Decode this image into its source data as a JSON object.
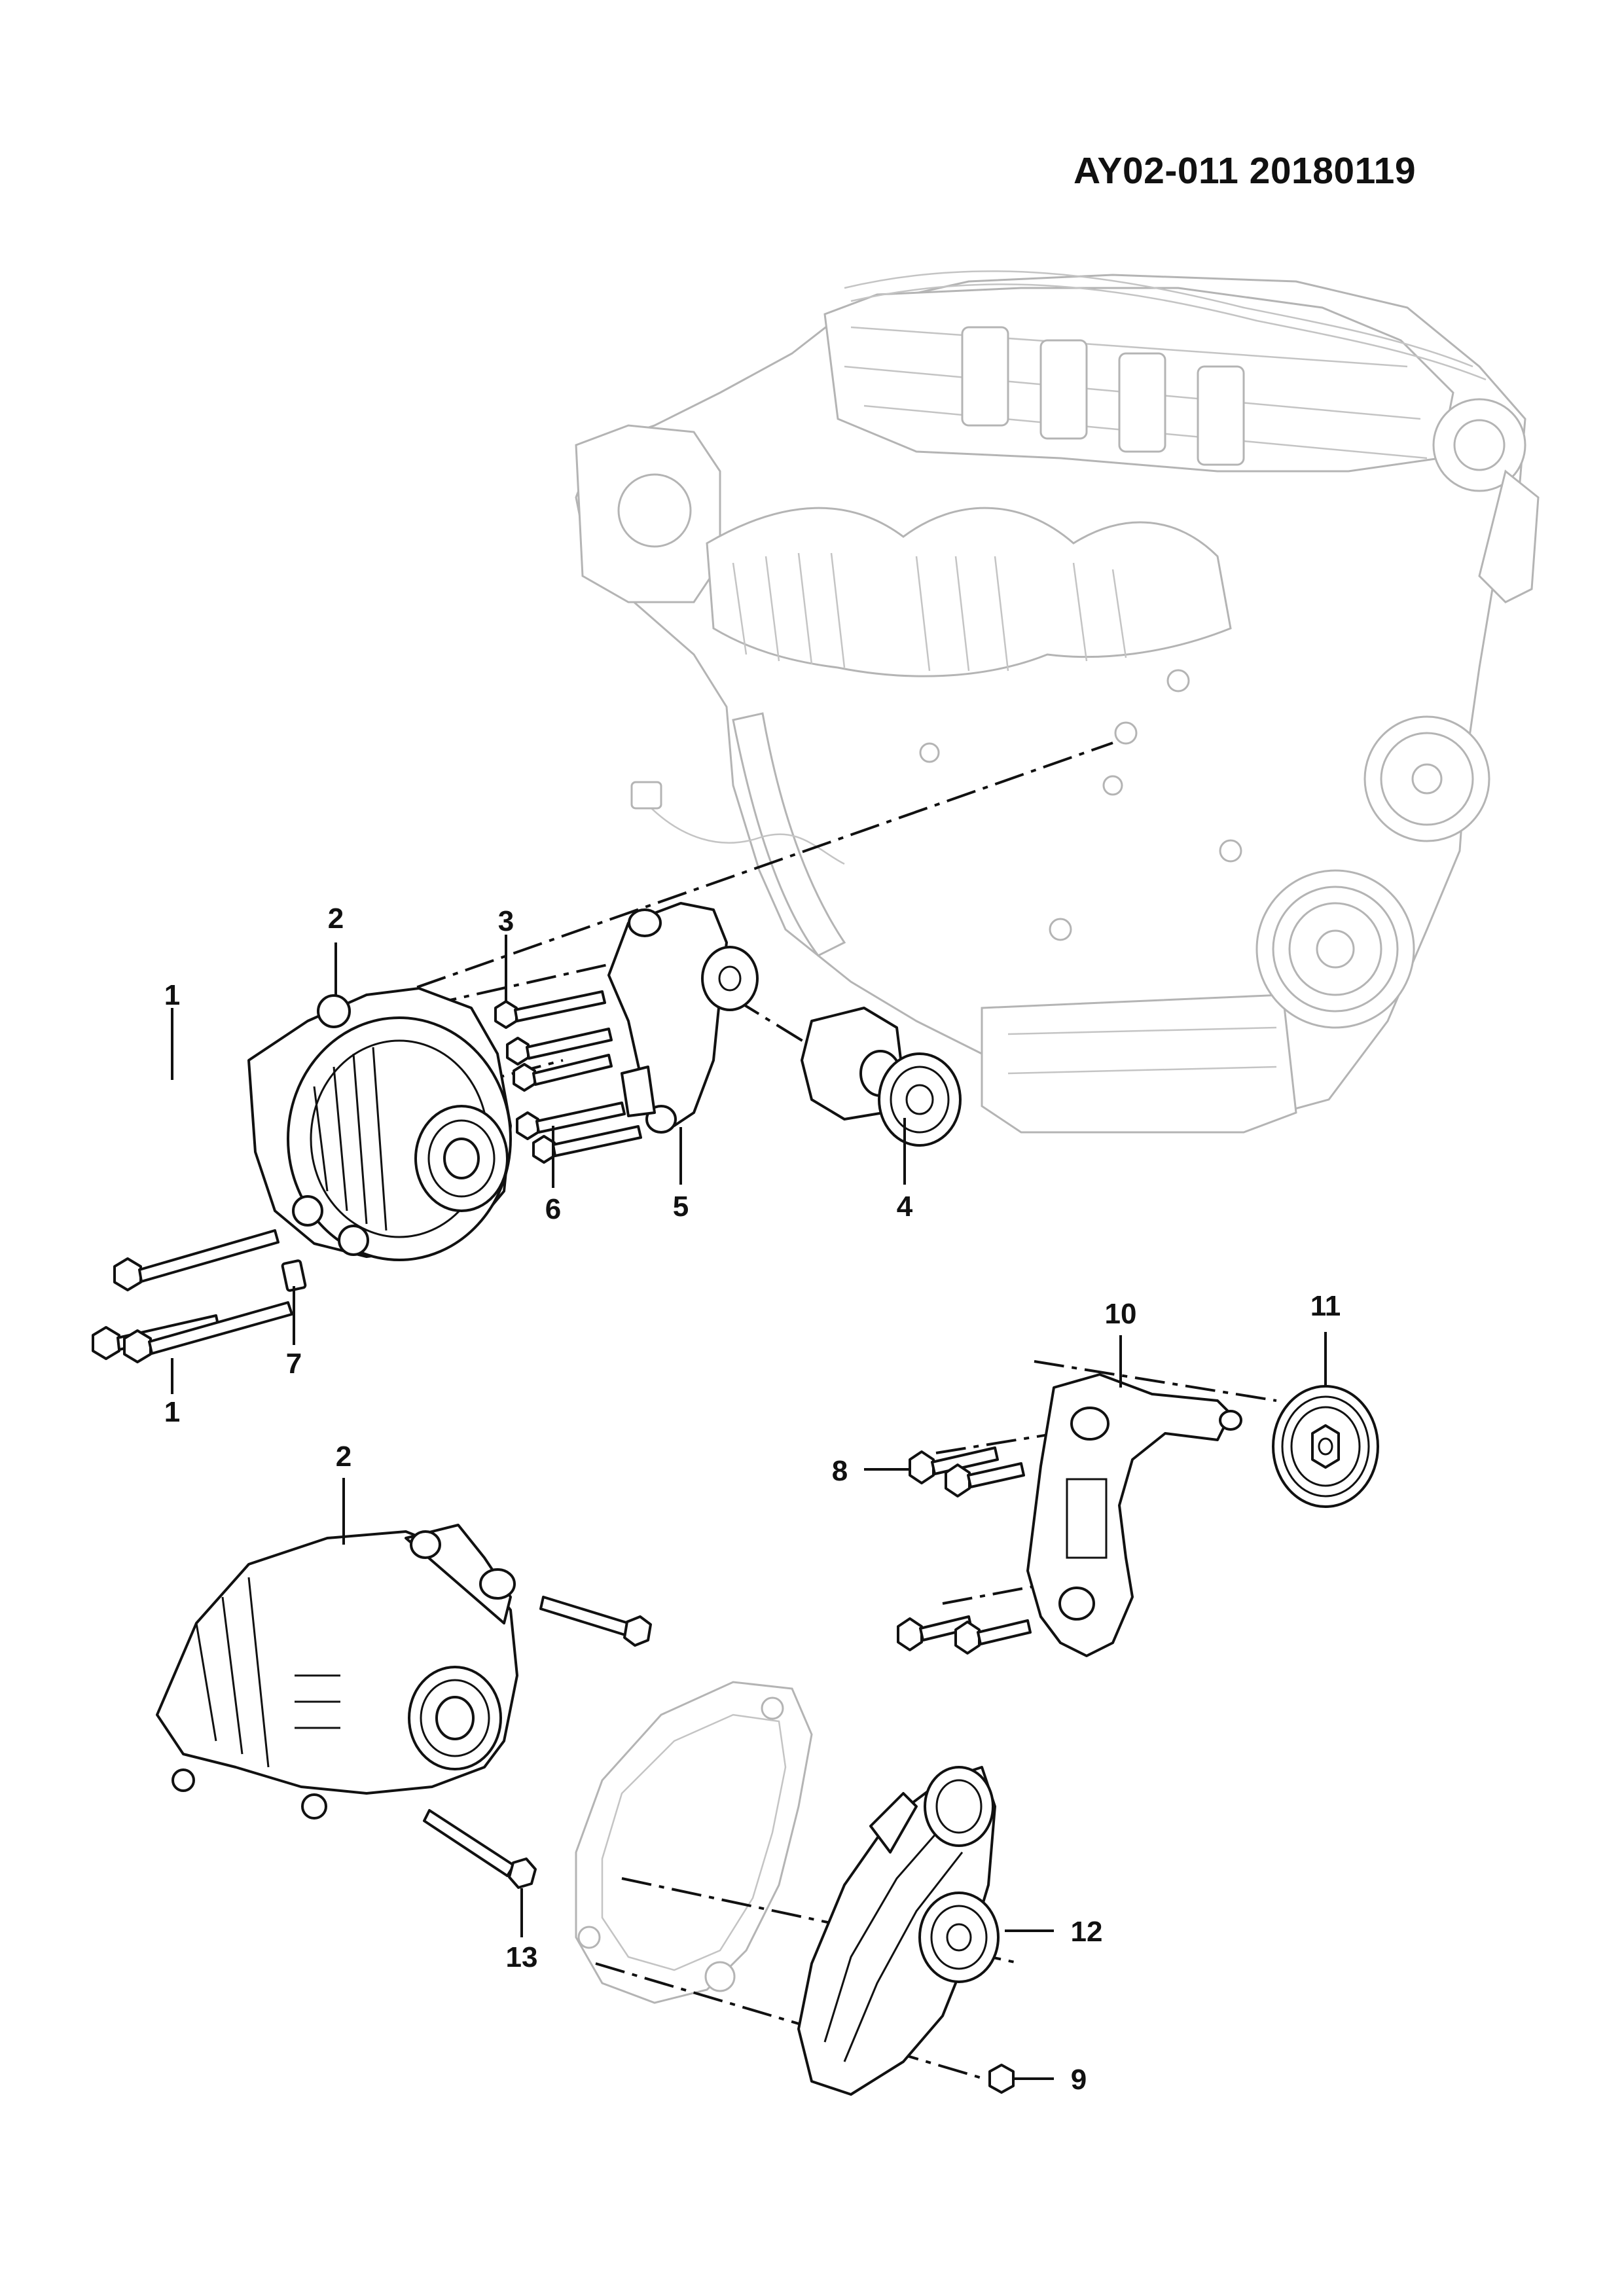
{
  "document": {
    "code": "AY02-011 20180119"
  },
  "callouts": [
    {
      "id": "c1a",
      "label": "1"
    },
    {
      "id": "c1b",
      "label": "1"
    },
    {
      "id": "c2a",
      "label": "2"
    },
    {
      "id": "c2b",
      "label": "2"
    },
    {
      "id": "c3",
      "label": "3"
    },
    {
      "id": "c4",
      "label": "4"
    },
    {
      "id": "c5",
      "label": "5"
    },
    {
      "id": "c6",
      "label": "6"
    },
    {
      "id": "c7",
      "label": "7"
    },
    {
      "id": "c8",
      "label": "8"
    },
    {
      "id": "c9",
      "label": "9"
    },
    {
      "id": "c10",
      "label": "10"
    },
    {
      "id": "c11",
      "label": "11"
    },
    {
      "id": "c12",
      "label": "12"
    },
    {
      "id": "c13",
      "label": "13"
    }
  ]
}
